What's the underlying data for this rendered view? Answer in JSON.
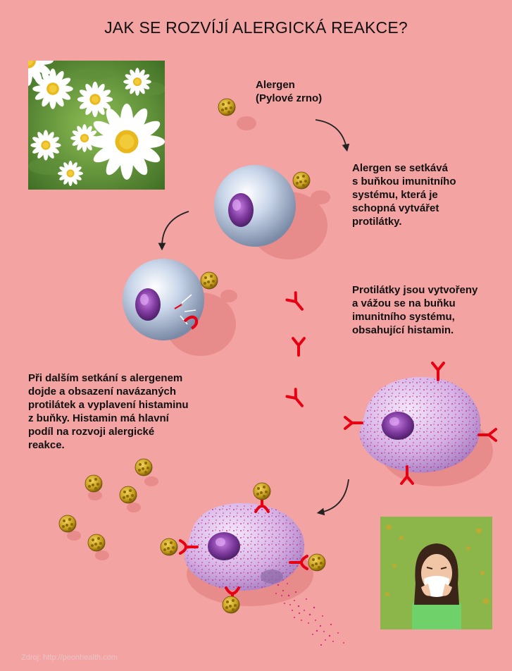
{
  "title": "JAK SE ROZVÍJÍ ALERGICKÁ REAKCE?",
  "labels": {
    "allergen": "Alergen\n(Pylové zrno)",
    "step1": "Alergen se setkává\ns buňkou imunitního\nsystému, která je\nschopná vytvářet\nprotilátky.",
    "step2": "Protilátky jsou vytvořeny\na vážou se na buňku\nimunitního systému,\nobsahující histamin.",
    "step3": "Při dalším setkání s alergenem\ndojde a obsazení navázaných\nprotilátek a vyplavení histaminu\nz buňky. Histamin má hlavní\npodíl na rozvoji alergické\nreakce."
  },
  "credit": "Zdroj: http://peonhealth.com",
  "colors": {
    "background": "#f4a3a3",
    "antibody": "#e60012",
    "pollen": "#c9a21e",
    "immune_cell": "#b9c9df",
    "mast_cell": "#d9b6e8",
    "nucleus": "#7a3a9c"
  },
  "icons": [
    "chamomile-photo",
    "sneezing-girl-photo",
    "curved-arrow",
    "antibody-y",
    "pollen-grain"
  ]
}
